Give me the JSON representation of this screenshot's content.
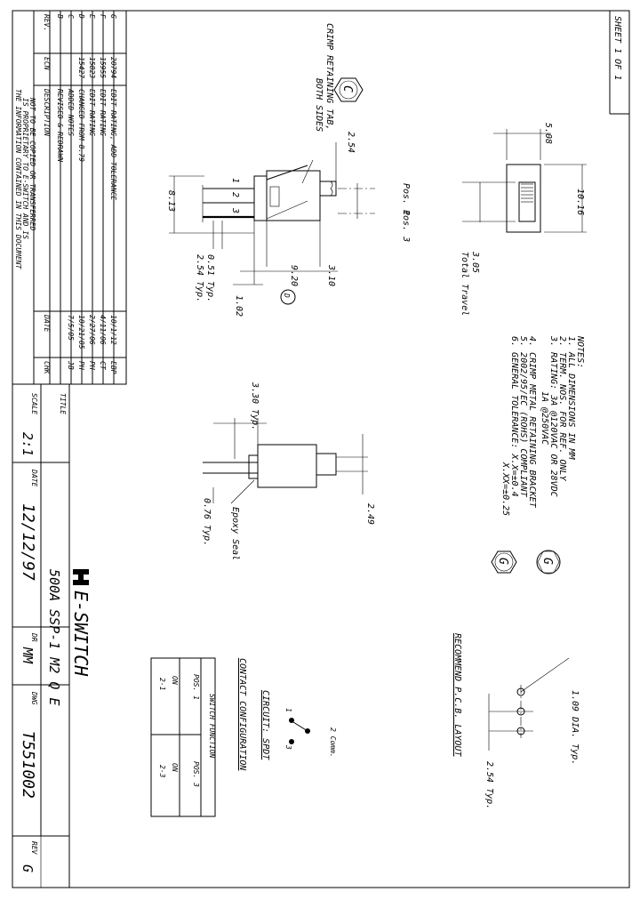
{
  "sheet": "SHEET 1 OF 1",
  "revisions": {
    "headers": [
      "REV.",
      "ECN",
      "DESCRIPTION",
      "DATE",
      "CHK"
    ],
    "rows": [
      [
        "G",
        "20794",
        "EDIT RATING, ADD TOLERANCE",
        "10/1/12",
        "EBP"
      ],
      [
        "F",
        "15955",
        "EDIT RATING",
        "4/11/06",
        "CT"
      ],
      [
        "E",
        "15823",
        "EDIT RATING",
        "2/27/06",
        "PH"
      ],
      [
        "D",
        "15427",
        "CHANGED FROM 8.79",
        "10/21/05",
        "PH"
      ],
      [
        "C",
        "",
        "ADDED NOTES",
        "7/5/05",
        "JB"
      ],
      [
        "B",
        "",
        "REVISED & REDRAWN",
        "",
        ""
      ]
    ],
    "proprietary": [
      "THE INFORMATION CONTAINED IN THIS DOCUMENT",
      "IS PROPRIETARY TO E-SWITCH AND IS",
      "NOT TO BE COPIED OR TRANSFERRED"
    ]
  },
  "title_block": {
    "scale_label": "SCALE",
    "scale": "2:1",
    "date_label": "DATE",
    "date": "12/12/97",
    "title_label": "TITLE",
    "title": "500A SSP-1 M2 Q E",
    "logo": "E-SWITCH",
    "dr_label": "DR",
    "dr": "MM",
    "dwg_label": "DWG",
    "dwg": "T551002",
    "rev_label": "REV",
    "rev": "G"
  },
  "notes": {
    "heading": "NOTES:",
    "lines": [
      "1. ALL DIMENSIONS IN MM",
      "2. TERM. NOS. FOR REF. ONLY",
      "3. RATING: 3A @120VAC OR 28VDC",
      "1A @250VAC",
      "4. CRIMP METAL RETAINING BRACKET",
      "5. 2002/95/EC (ROHS) COMPLIANT",
      "6. GENERAL TOLERANCE: X.X=±0.4",
      "X.XX=±0.25"
    ],
    "note_tag": "G"
  },
  "top_view": {
    "dim_width": "5.08",
    "dim_length": "10.16",
    "dim_travel": "3.05",
    "travel_label": "Total Travel"
  },
  "side_view": {
    "crimp_tag": "C",
    "crimp_label_1": "CRIMP RETAINING TAB,",
    "crimp_label_2": "BOTH SIDES",
    "dim_254": "2.54",
    "dim_813": "8.13",
    "dim_051": "0.51 Typ.",
    "dim_254typ": "2.54 Typ.",
    "dim_102": "1.02",
    "dim_920": "9.20",
    "dim_920_tag": "D",
    "dim_310": "3.10",
    "pos1": "Pos. 1",
    "pos3": "Pos. 3",
    "pins": [
      "1",
      "2",
      "3"
    ]
  },
  "end_view": {
    "dim_330": "3.30 Typ.",
    "dim_249": "2.49",
    "dim_076": "0.76 Typ.",
    "epoxy": "Epoxy Seal"
  },
  "pcb": {
    "heading": "RECOMMEND P.C.B. LAYOUT",
    "dia": "1.09 DIA. Typ.",
    "pitch": "2.54 Typ."
  },
  "circuit": {
    "heading": "CIRCUIT: SPDT",
    "comm": "2 Comm.",
    "t1": "1",
    "t3": "3"
  },
  "contact": {
    "heading": "CONTACT CONFIGURATION",
    "title": "SWITCH FUNCTION",
    "headers": [
      "POS. 1",
      "POS. 3"
    ],
    "row1": [
      "ON",
      "ON"
    ],
    "row2": [
      "2-1",
      "2-3"
    ]
  }
}
